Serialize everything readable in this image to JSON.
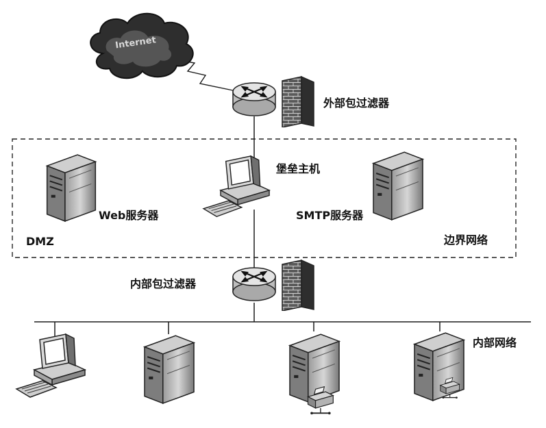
{
  "cloud": {
    "label": "Internet"
  },
  "labels": {
    "outer_filter": "外部包过滤器",
    "bastion": "堡垒主机",
    "web_server": "Web服务器",
    "smtp_server": "SMTP服务器",
    "dmz": "DMZ",
    "perimeter": "边界网络",
    "inner_filter": "内部包过滤器",
    "internal_net": "内部网络"
  },
  "icons": {
    "cloud": "internet-cloud-icon",
    "router": "router-icon",
    "firewall": "firewall-brick-icon",
    "server": "server-tower-icon",
    "workstation": "workstation-pc-icon",
    "printer": "printer-icon"
  },
  "colors": {
    "stroke": "#1a1a1a",
    "fill_dark": "#3a3a3a",
    "fill_mid": "#8c8c8c",
    "fill_light": "#cfcfcf"
  }
}
